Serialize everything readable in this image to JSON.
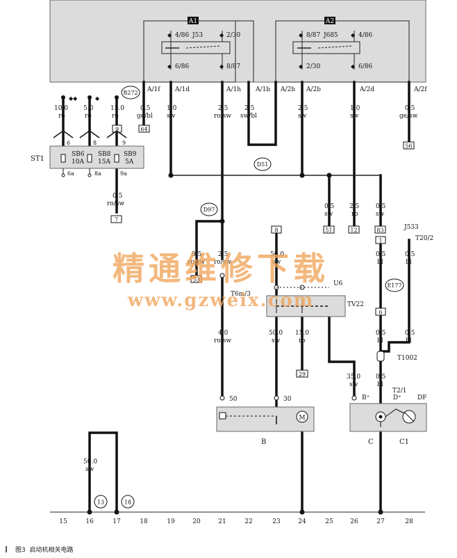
{
  "caption": {
    "fig": "图3",
    "title": "启动机相关电路"
  },
  "watermark": {
    "title": "精通维修下载",
    "url": "www.gzweix.com"
  },
  "relays": {
    "a1": "A1",
    "a2": "A2",
    "j53": "J53",
    "j685": "J685"
  },
  "relay_pins": {
    "j53_tl": "4/86",
    "j53_tr": "2/30",
    "j53_bl": "6/86",
    "j53_br": "8/87",
    "j685_tl": "8/87",
    "j685_tr": "4/86",
    "j685_bl": "2/30",
    "j685_br": "6/86"
  },
  "pin_labels": [
    "A/1f",
    "A/1d",
    "A/1h",
    "A/1b",
    "A/2h",
    "A/2b",
    "A/2d",
    "A/2f"
  ],
  "wires": [
    {
      "size": "0.5",
      "color": "ge/bl"
    },
    {
      "size": "1.0",
      "color": "sw"
    },
    {
      "size": "2.5",
      "color": "ro/sw"
    },
    {
      "size": "2.5",
      "color": "sw/bl"
    },
    {
      "size": "2.5",
      "color": "sw"
    },
    {
      "size": "1.0",
      "color": "sw"
    },
    {
      "size": "0.5",
      "color": "ge/sw"
    }
  ],
  "fuse_wires": [
    {
      "size": "10.0",
      "color": "ro"
    },
    {
      "size": "5.0",
      "color": "ro"
    },
    {
      "size": "15.0",
      "color": "ro"
    }
  ],
  "fuses": {
    "st1": "ST1",
    "sb6": "SB6",
    "sb6_a": "10A",
    "sb8": "SB8",
    "sb8_a": "15A",
    "sb9": "SB9",
    "sb9_a": "5A",
    "pin6": "6",
    "pin8": "8",
    "pin9": "9",
    "pin6a": "6a",
    "pin8a": "8a",
    "pin9a": "9a"
  },
  "connectors": {
    "b272": "B272",
    "d51": "D51",
    "d97": "D97",
    "e177": "E177",
    "t6m": "T6m/3",
    "t1002": "T1002",
    "j533": "J533",
    "t20": "T20/2",
    "t2": "T2/1",
    "u6": "U6",
    "tv22": "TV22"
  },
  "boxes": {
    "b64": "64",
    "b56": "56",
    "b9": "9",
    "b7": "7",
    "b51": "51",
    "b12": "12",
    "b83": "83",
    "b8": "8",
    "b1": "1",
    "b53": "53",
    "b6": "6",
    "b29": "29"
  },
  "lower_wires": {
    "w_9a": {
      "size": "0.5",
      "color": "ro/sw"
    },
    "w_51": {
      "size": "0.5",
      "color": "sw"
    },
    "w_12": {
      "size": "2.5",
      "color": "ro"
    },
    "w_83": {
      "size": "0.5",
      "color": "sw"
    },
    "w_53": {
      "size": "0.5",
      "color": "ro/sw"
    },
    "w_d97": {
      "size": "2.5",
      "color": "ro/sw"
    },
    "w_u6": {
      "size": "50.0",
      "color": "sw"
    },
    "w_e177a": {
      "size": "0.5",
      "color": "bl"
    },
    "w_j533": {
      "size": "0.5",
      "color": "bl"
    },
    "w_start": {
      "size": "4.0",
      "color": "ro/sw"
    },
    "w_bat": {
      "size": "50.0",
      "color": "sw"
    },
    "w_29": {
      "size": "15.0",
      "color": "ro"
    },
    "w_e177b": {
      "size": "0.5",
      "color": "bl"
    },
    "w_t1002": {
      "size": "0.5",
      "color": "bl"
    },
    "w_alt": {
      "size": "35.0",
      "color": "sw"
    },
    "w_c": {
      "size": "0.5",
      "color": "bl"
    },
    "w_gnd": {
      "size": "50.0",
      "color": "sw"
    }
  },
  "components": {
    "b": "B",
    "c": "C",
    "c1": "C1",
    "term50": "50",
    "term30": "30",
    "b_plus": "B⁺",
    "d_plus": "D⁺",
    "df": "DF"
  },
  "grounds": {
    "g13": "13",
    "g18": "18"
  },
  "ruler": [
    "15",
    "16",
    "17",
    "18",
    "19",
    "20",
    "21",
    "22",
    "23",
    "24",
    "25",
    "26",
    "27",
    "28"
  ]
}
